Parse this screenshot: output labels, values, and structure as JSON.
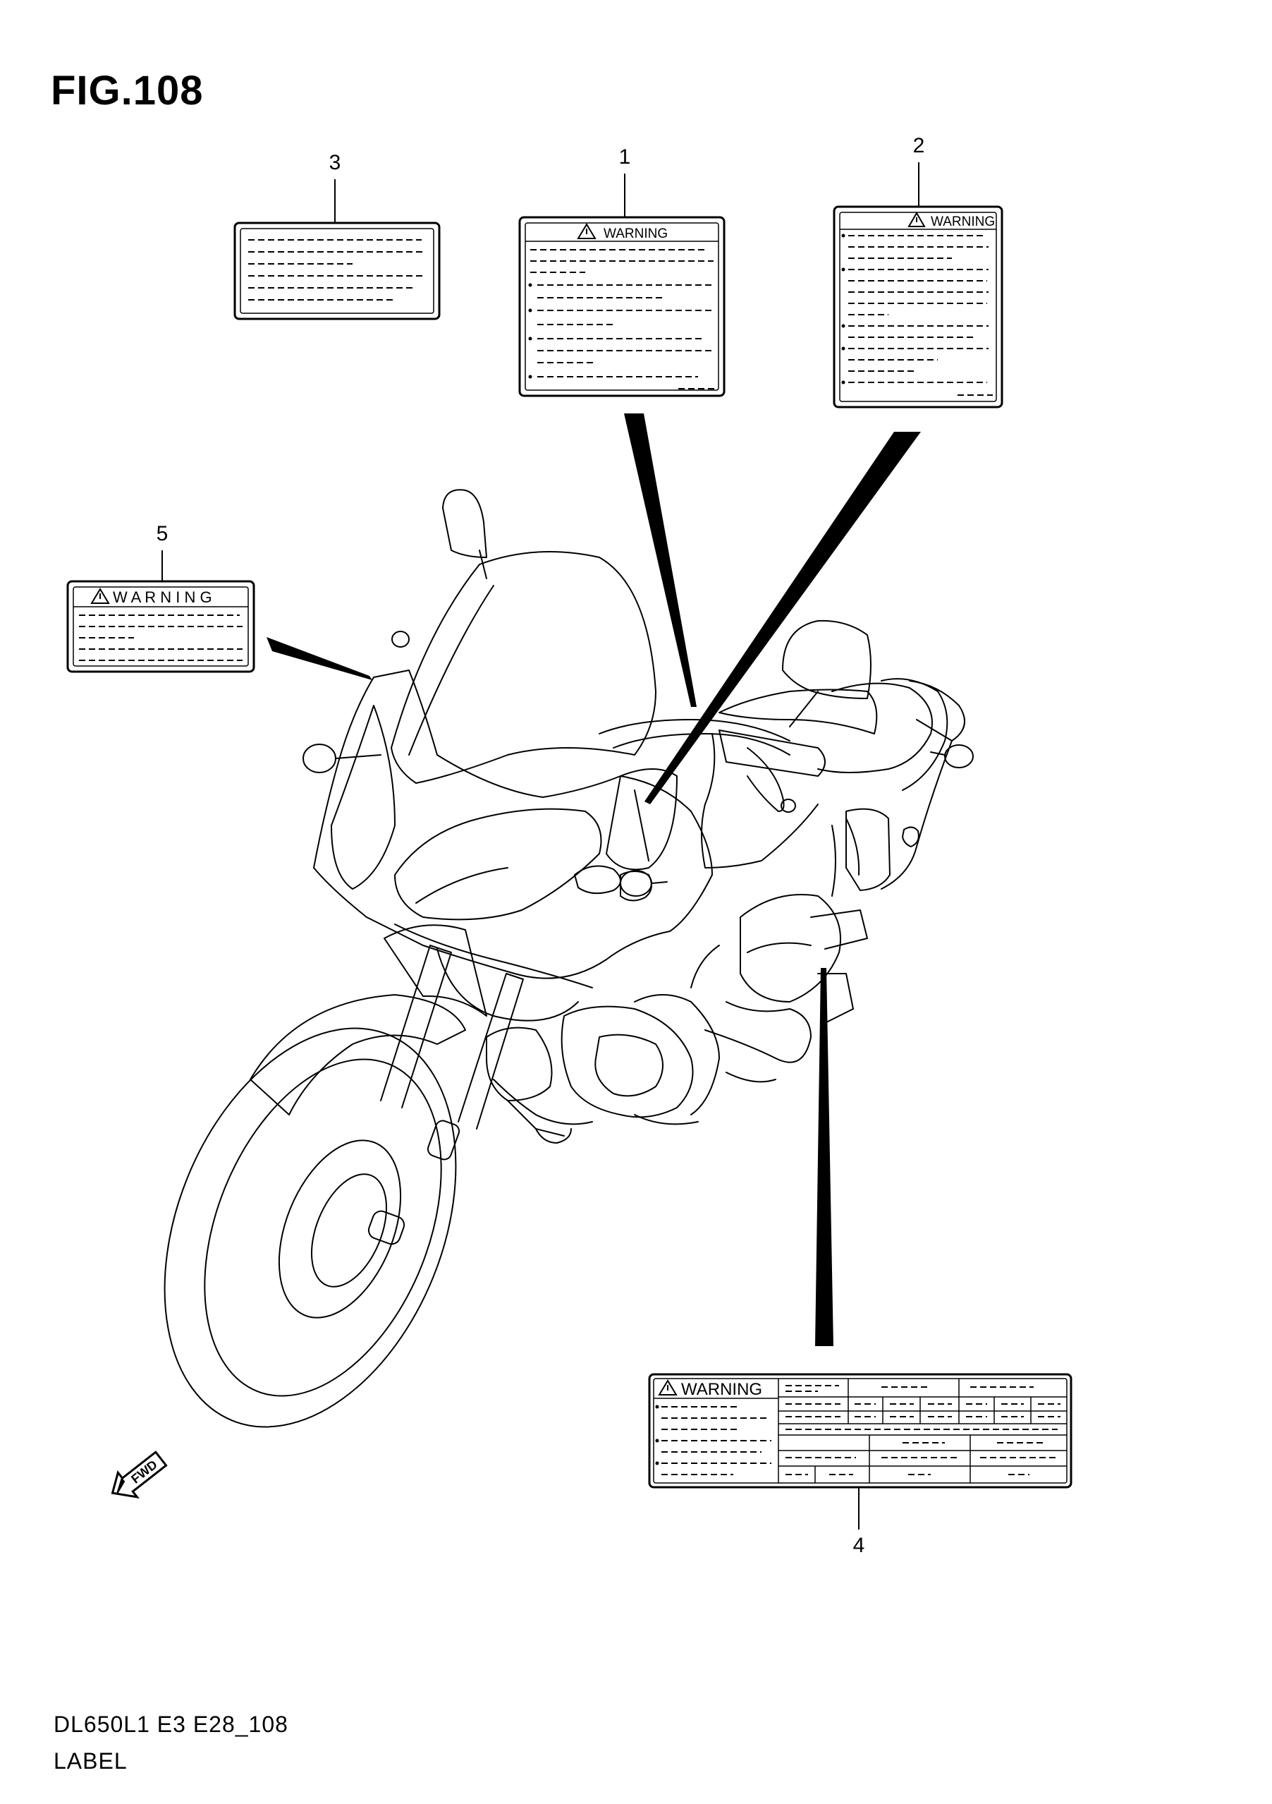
{
  "figure": {
    "title": "FIG.108"
  },
  "callouts": {
    "c1": "1",
    "c2": "2",
    "c3": "3",
    "c4": "4",
    "c5": "5"
  },
  "labels": {
    "label1": {
      "heading": "WARNING"
    },
    "label2": {
      "heading": "WARNING"
    },
    "label4": {
      "heading": "WARNING"
    },
    "label5": {
      "heading": "W A R N I N G"
    }
  },
  "footer": {
    "model_code": "DL650L1 E3 E28_108",
    "section": "LABEL"
  },
  "fwd_arrow": {
    "text": "FWD"
  }
}
